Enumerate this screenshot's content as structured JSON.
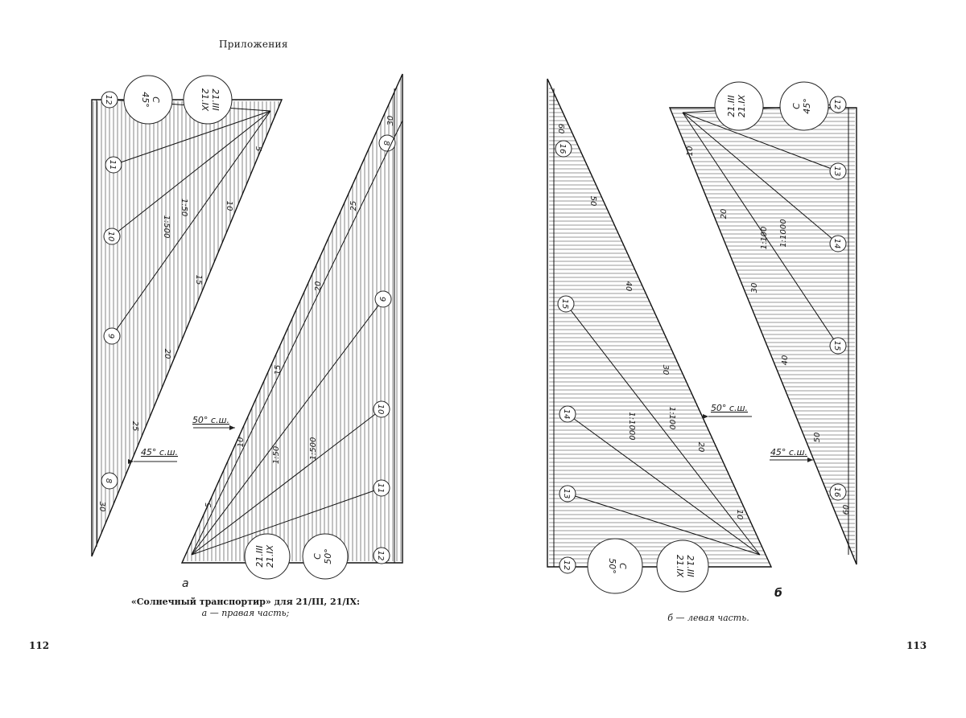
{
  "running_head": "Приложения",
  "page_numbers": {
    "left": "112",
    "right": "113"
  },
  "caption": {
    "left_line1": "«Солнечный транспортир» для 21/III, 21/IX:",
    "left_line2": "а — правая часть;",
    "right_line1": "б — левая часть."
  },
  "figure_letters": {
    "a": "а",
    "b": "б"
  },
  "diagrams": {
    "a_left": {
      "circle_labels": [
        "12",
        "11",
        "10",
        "9",
        "8"
      ],
      "scale_numbers": [
        "5",
        "10",
        "15",
        "20",
        "25",
        "30"
      ],
      "ratio_labels": [
        "1:50",
        "1:500"
      ],
      "big_circle_1": "С\n45°",
      "big_circle_2": "21.III\n21.IX",
      "latitude_marker": "45° с.ш."
    },
    "a_right": {
      "circle_labels": [
        "8",
        "9",
        "10",
        "11",
        "12"
      ],
      "scale_numbers": [
        "5",
        "10",
        "15",
        "20",
        "25",
        "30"
      ],
      "ratio_labels": [
        "1:50",
        "1:500"
      ],
      "big_circle_1": "21.III\n21.IX",
      "big_circle_2": "С\n50°",
      "latitude_marker": "50° с.ш."
    },
    "b_left": {
      "circle_labels": [
        "16",
        "15",
        "14",
        "13",
        "12"
      ],
      "scale_numbers": [
        "60",
        "50",
        "40",
        "30",
        "20",
        "10"
      ],
      "ratio_labels": [
        "1:1000",
        "1:100"
      ],
      "big_circle_1": "С\n50°",
      "big_circle_2": "21.III\n21.IX",
      "latitude_marker": "50° с.ш."
    },
    "b_right": {
      "circle_labels": [
        "12",
        "13",
        "14",
        "15",
        "16"
      ],
      "scale_numbers": [
        "10",
        "20",
        "30",
        "40",
        "50",
        "60"
      ],
      "ratio_labels": [
        "1:100",
        "1:1000"
      ],
      "big_circle_1": "21.III\n21.IX",
      "big_circle_2": "С\n45°",
      "latitude_marker": "45° с.ш."
    }
  }
}
